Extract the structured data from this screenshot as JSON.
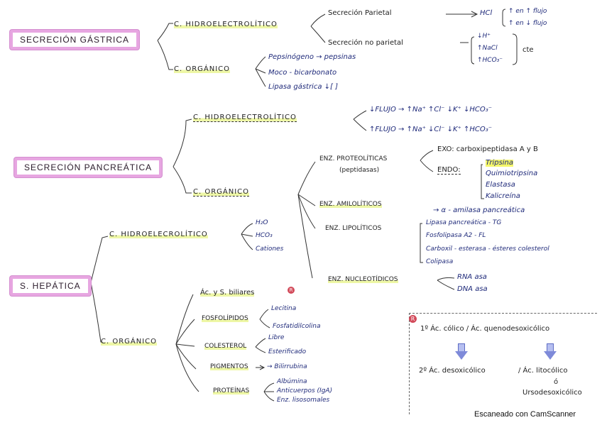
{
  "footer": "Escaneado con CamScanner",
  "s1": {
    "title": "SECRECIÓN GÁSTRICA",
    "hidro": "C. HIDROELECTROLÍTICO",
    "parietal": "Secreción Parietal",
    "hcl": "HCl",
    "flujo_up": "↑ en ↑ flujo",
    "flujo_dn": "↑ en ↓ flujo",
    "no_parietal": "Secreción no parietal",
    "np_items": [
      "↓H⁺",
      "↑NaCl",
      "↑HCO₃⁻"
    ],
    "cte": "cte",
    "organico": "C. ORGÁNICO",
    "org_items": [
      "Pepsinógeno → pepsinas",
      "Moco - bicarbonato",
      "Lipasa gástrica ↓[ ]"
    ]
  },
  "s2": {
    "title": "SECRECIÓN PANCREÁTICA",
    "hidro": "C. HIDROELECTROLÍTICO",
    "flow1": "↓FLUJO → ↑Na⁺ ↑Cl⁻ ↓K⁺ ↓HCO₃⁻",
    "flow2": "↑FLUJO → ↑Na⁺ ↓Cl⁻ ↓K⁺ ↑HCO₃⁻",
    "organico": "C. ORGÁNICO",
    "proteo": "ENZ. PROTEOLÍTICAS",
    "proteo_sub": "(peptidasas)",
    "exo": "EXO: carboxipeptidasa A y B",
    "endo": "ENDO:",
    "endo_items": [
      "Tripsina",
      "Quimiotripsina",
      "Elastasa",
      "Kalicreína"
    ],
    "amilo": "ENZ. AMILOLÍTICOS",
    "amilo_item": "→ α - amilasa pancreática",
    "lipo": "ENZ. LIPOLÍTICOS",
    "lipo_items": [
      "Lipasa pancreática - TG",
      "Fosfolipasa A2 - FL",
      "Carboxil - esterasa - ésteres colesterol",
      "Colipasa"
    ],
    "nucleo": "ENZ. NUCLEOTÍDICOS",
    "nucleo_items": [
      "RNA asa",
      "DNA asa"
    ]
  },
  "s3": {
    "title": "S. HEPÁTICA",
    "hidro": "C. HIDROELECROLÍTICO",
    "hidro_items": [
      "H₂O",
      "HCO₃",
      "Cationes"
    ],
    "organico": "C. ORGÁNICO",
    "ac_biliares": "Ác. y S. biliares",
    "fosfo": "FOSFOLÍPIDOS",
    "fosfo_items": [
      "Lecitina",
      "Fosfatidilcolina"
    ],
    "coles": "COLESTEROL",
    "coles_items": [
      "Libre",
      "Esterificado"
    ],
    "pigm": "PIGMENTOS",
    "pigm_item": "→ Bilirrubina",
    "prot": "PROTEÍNAS",
    "prot_items": [
      "Albúmina",
      "Anticuerpos (IgA)",
      "Enz. lisosomales"
    ]
  },
  "legend": {
    "mark": "R",
    "line1": "1º Ác. cólico / Ác. quenodesoxicólico",
    "line2a": "2º Ác. desoxicólico",
    "line2b": "/ Ác. litocólico",
    "line2c": "ó",
    "line2d": "Ursodesoxicólico"
  }
}
